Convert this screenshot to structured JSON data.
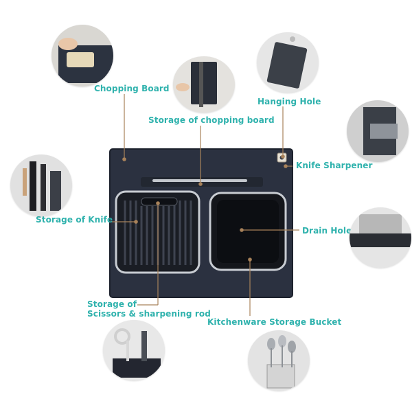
{
  "labels": {
    "chopping_board": "Chopping Board",
    "storage_chopping_board": "Storage of chopping board",
    "hanging_hole": "Hanging Hole",
    "knife_sharpener": "Knife Sharpener",
    "storage_knife": "Storage of Knife",
    "drain_hole": "Drain Hole",
    "storage_scissors": "Storage of\nScissors & sharpening rod",
    "kitchenware_bucket": "Kitchenware Storage Bucket"
  },
  "colors": {
    "label": "#2fb2ad",
    "leader_line": "#a8825a",
    "board": "#2b3140",
    "board_edge": "#1c212c",
    "basket": "#1a1d24",
    "basket_rim": "#c8ccd2"
  },
  "icons": {
    "chopping_board": "hand-on-board-photo",
    "storage_chopping_board": "board-in-slot-photo",
    "hanging_hole": "hanging-board-photo",
    "knife_sharpener": "sharpener-slot-photo",
    "storage_knife": "knife-rack-photo",
    "drain_hole": "drain-hole-photo",
    "storage_scissors": "scissors-rack-photo",
    "kitchenware_bucket": "utensil-bucket-photo"
  }
}
